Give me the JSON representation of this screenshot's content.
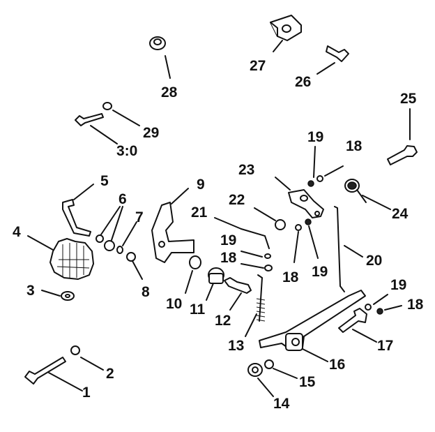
{
  "diagram": {
    "callouts": {
      "c1": "1",
      "c2": "2",
      "c3": "3",
      "c4": "4",
      "c5": "5",
      "c6": "6",
      "c7": "7",
      "c8": "8",
      "c9": "9",
      "c10": "10",
      "c11": "11",
      "c12": "12",
      "c13": "13",
      "c14": "14",
      "c15": "15",
      "c16": "16",
      "c17": "17",
      "c18a": "18",
      "c18b": "18",
      "c18c": "18",
      "c18d": "18",
      "c19a": "19",
      "c19b": "19",
      "c19c": "19",
      "c19d": "19",
      "c20": "20",
      "c21": "21",
      "c22": "22",
      "c23": "23",
      "c24": "24",
      "c25": "25",
      "c26": "26",
      "c27": "27",
      "c28": "28",
      "c29": "29",
      "c30": "3:0"
    }
  }
}
